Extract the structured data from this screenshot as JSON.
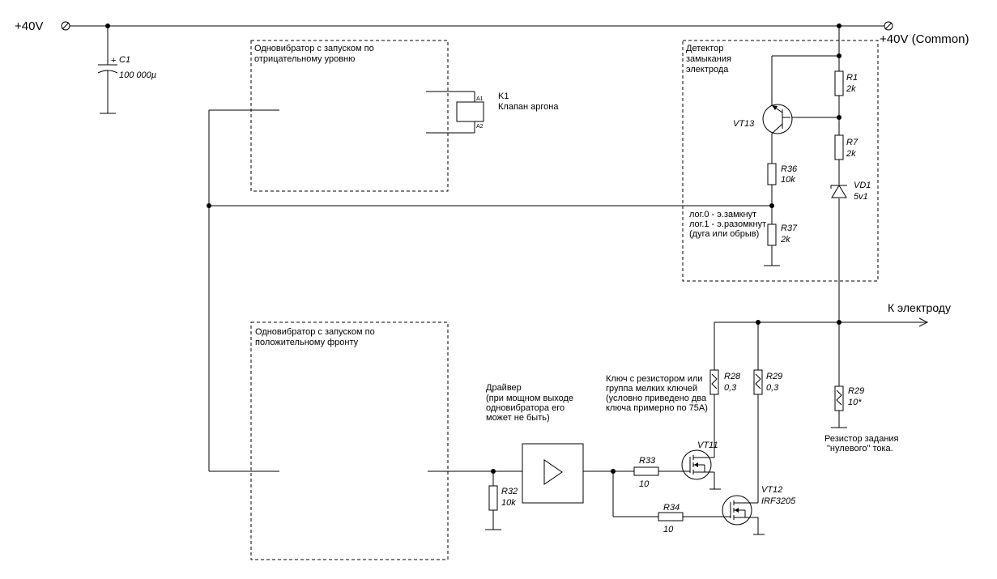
{
  "power": {
    "left": "+40V",
    "right": "+40V (Common)",
    "electrode": "К электроду"
  },
  "oneshot_negative": [
    "Одновибратор с запуском по",
    "отрицательному уровню"
  ],
  "oneshot_positive": [
    "Одновибратор с запуском по",
    "положительному фронту"
  ],
  "detector": [
    "Детектор",
    "замыкания",
    "электрода"
  ],
  "logic_note": [
    "лог.0 - э.замкнут",
    "лог.1 - э.разомкнут",
    "(дуга или обрыв)"
  ],
  "driver_note": [
    "Драйвер",
    "(при мощном выходе",
    "одновибратора его",
    "может не быть)"
  ],
  "switch_note": [
    "Ключ с резистором или",
    "группа мелких ключей",
    "(условно приведено два",
    "ключа примерно по 75А)"
  ],
  "zero_current_note": [
    "Резистор задания",
    "\"нулевого\" тока."
  ],
  "components": {
    "C1": {
      "name": "C1",
      "value": "100 000µ"
    },
    "K1": {
      "name": "K1",
      "value": "Клапан аргона",
      "pin1": "A1",
      "pin2": "A2"
    },
    "R1": {
      "name": "R1",
      "value": "2k"
    },
    "R7": {
      "name": "R7",
      "value": "2k"
    },
    "R36": {
      "name": "R36",
      "value": "10k"
    },
    "R37": {
      "name": "R37",
      "value": "2k"
    },
    "VD1": {
      "name": "VD1",
      "value": "5v1"
    },
    "VT13": {
      "name": "VT13"
    },
    "R28": {
      "name": "R28",
      "value": "0,3"
    },
    "R29a": {
      "name": "R29",
      "value": "0,3"
    },
    "R29b": {
      "name": "R29",
      "value": "10*"
    },
    "R32": {
      "name": "R32",
      "value": "10k"
    },
    "R33": {
      "name": "R33",
      "value": "10"
    },
    "R34": {
      "name": "R34",
      "value": "10"
    },
    "VT11": {
      "name": "VT11"
    },
    "VT12": {
      "name": "VT12",
      "value": "IRF3205"
    }
  }
}
